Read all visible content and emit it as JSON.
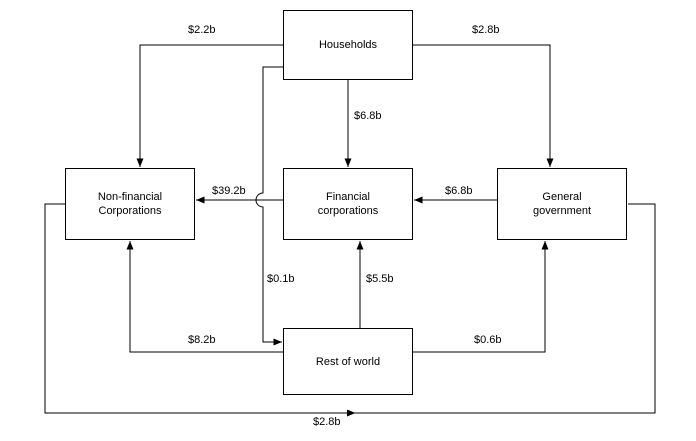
{
  "diagram": {
    "nodes": [
      {
        "id": "households",
        "label": "Households"
      },
      {
        "id": "nonfinancial",
        "label": "Non-financial\nCorporations"
      },
      {
        "id": "financial",
        "label": "Financial\ncorporations"
      },
      {
        "id": "government",
        "label": "General\ngovernment"
      },
      {
        "id": "restofworld",
        "label": "Rest of world"
      }
    ],
    "edges": [
      {
        "from": "households",
        "to": "nonfinancial",
        "label": "$2.2b"
      },
      {
        "from": "households",
        "to": "government",
        "label": "$2.8b"
      },
      {
        "from": "households",
        "to": "financial",
        "label": "$6.8b"
      },
      {
        "from": "financial",
        "to": "nonfinancial",
        "label": "$39.2b"
      },
      {
        "from": "government",
        "to": "financial",
        "label": "$6.8b"
      },
      {
        "from": "households",
        "to": "restofworld",
        "label": "$0.1b"
      },
      {
        "from": "restofworld",
        "to": "financial",
        "label": "$5.5b"
      },
      {
        "from": "restofworld",
        "to": "nonfinancial",
        "label": "$8.2b"
      },
      {
        "from": "restofworld",
        "to": "government",
        "label": "$0.6b"
      },
      {
        "from": "nonfinancial",
        "to": "government",
        "label": "$2.8b"
      }
    ],
    "colors": {
      "line": "#000000",
      "background": "#ffffff",
      "text": "#000000"
    }
  }
}
